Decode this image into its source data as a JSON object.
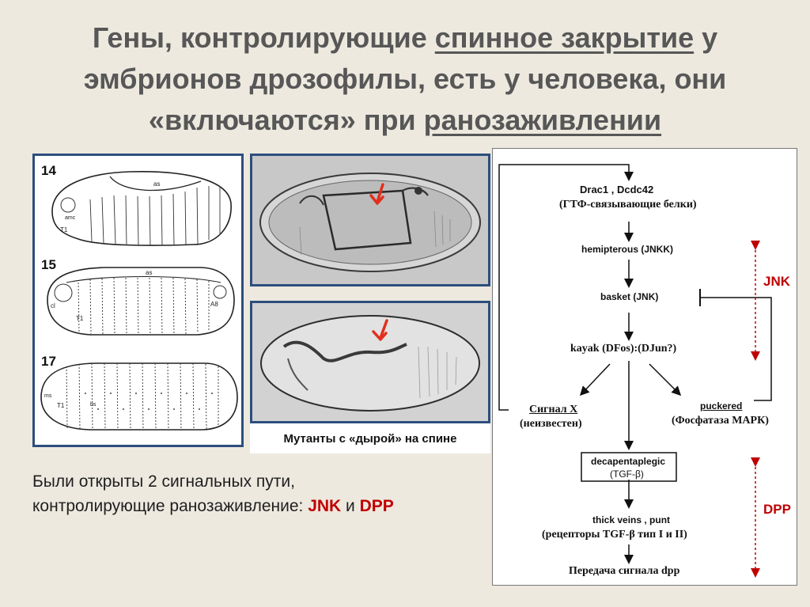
{
  "title": {
    "line1_a": "Гены, контролирующие ",
    "line1_u": "спинное закрытие",
    "line1_b": " у",
    "line2": "эмбрионов дрозофилы, есть у человека, они",
    "line3_a": "«включаются» при ",
    "line3_u": "ранозаживлении"
  },
  "stages": {
    "s14": "14",
    "s15": "15",
    "s17": "17",
    "labels": {
      "as": "as",
      "cl": "cl",
      "amc": "amc",
      "t1": "T1",
      "a8": "A8",
      "ms": "ms",
      "bs": "bs"
    }
  },
  "caption": "Мутанты с «дырой» на спине",
  "body": {
    "line1": "Были открыты 2 сигнальных пути,",
    "line2_a": "контролирующие ранозаживление: ",
    "jnk": "JNK",
    "and": " и ",
    "dpp": "DPP"
  },
  "pathway": {
    "drac": "Drac1 , Dcdc42",
    "gtf": "(ГТФ-связывающие белки)",
    "hemi": "hemipterous (JNKK)",
    "basket": "basket (JNK)",
    "kayak": "kayak (DFos):(DJun?)",
    "signal": "Сигнал X",
    "signal_sub": "(неизвестен)",
    "puckered": "puckered",
    "puckered_sub": "(Фосфатаза МАРК)",
    "dpp_gene": "decapentaplegic",
    "dpp_sub": "(TGF-β)",
    "thick": "thick veins , punt",
    "receptors": "(рецепторы TGF-β тип I и II)",
    "transfer": "Передача сигнала dpp",
    "tag_jnk": "JNK",
    "tag_dpp": "DPP"
  },
  "colors": {
    "frame": "#2d4e7e",
    "accent": "#c00000",
    "title": "#575757",
    "background": "#ede9df"
  }
}
